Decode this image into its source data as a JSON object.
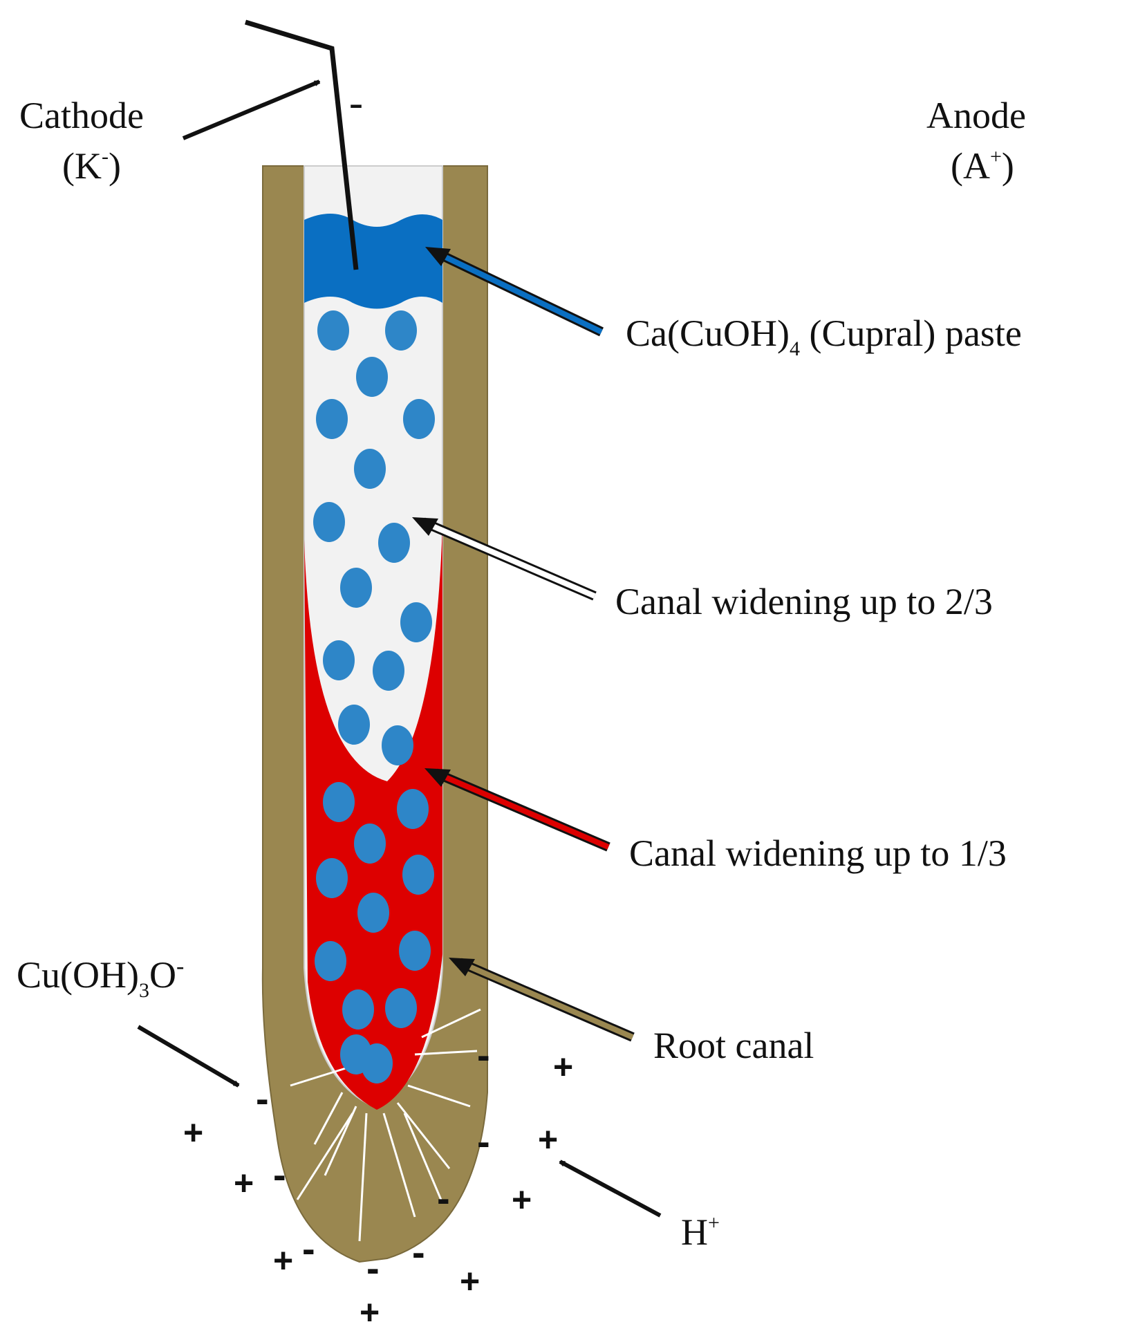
{
  "labels": {
    "cathode": "Cathode",
    "cathode_symbol": "(K",
    "cathode_sup": "-",
    "anode": "Anode",
    "anode_symbol": "(A",
    "anode_sup": "+",
    "close_paren": ")",
    "cathode_wire_sign": "-",
    "paste_main": "Ca(CuOH)",
    "paste_sub": "4",
    "paste_rest": " (Cupral) paste",
    "widening_two_thirds": "Canal widening up to 2/3",
    "widening_one_third": "Canal widening up to 1/3",
    "root_canal": "Root canal",
    "anion_main": "Cu(OH)",
    "anion_sub": "3",
    "anion_rest": "O",
    "anion_sup": "-",
    "proton_main": "H",
    "proton_sup": "+"
  },
  "charges": {
    "minus": "-",
    "plus": "+"
  },
  "colors": {
    "tooth": "#9a8750",
    "canal_fill": "#f2f2f2",
    "paste_blue": "#0a6fc2",
    "particle_blue": "#2e86c8",
    "widening_red": "#dd0000",
    "text": "#111111"
  }
}
